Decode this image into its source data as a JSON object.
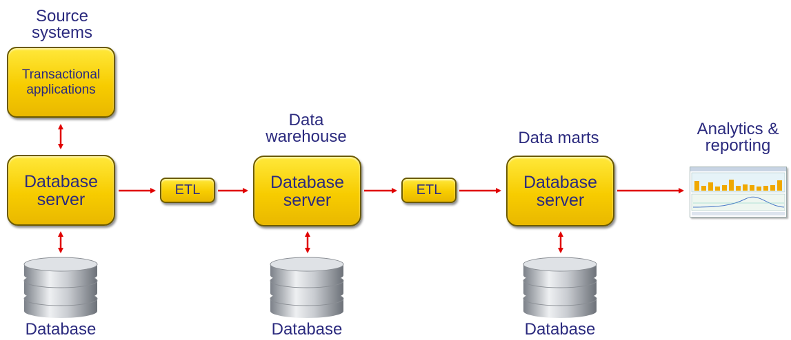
{
  "headings": {
    "source": "Source\nsystems",
    "warehouse": "Data\nwarehouse",
    "marts": "Data marts",
    "analytics": "Analytics &\nreporting"
  },
  "boxes": {
    "transactional": "Transactional\napplications",
    "server1": "Database\nserver",
    "server2": "Database\nserver",
    "server3": "Database\nserver",
    "etl1": "ETL",
    "etl2": "ETL"
  },
  "databases": {
    "db1": "Database",
    "db2": "Database",
    "db3": "Database"
  },
  "colors": {
    "box_fill": "#f7cc00",
    "text": "#2b2a7e",
    "arrow": "#e00000"
  },
  "icons": {
    "database": "database-cylinder-icon",
    "report": "report-dashboard-icon"
  }
}
